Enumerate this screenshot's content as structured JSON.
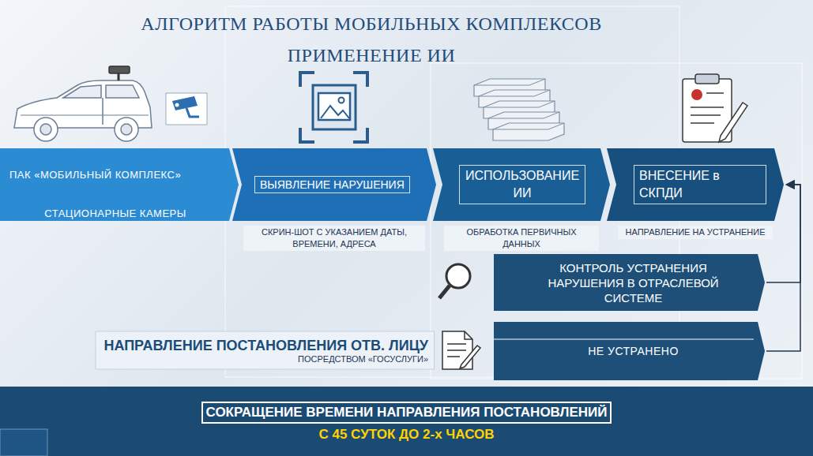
{
  "diagram": {
    "title": "АЛГОРИТМ РАБОТЫ МОБИЛЬНЫХ КОМПЛЕКСОВ ПРИМЕНЕНИЕ ИИ",
    "nodes": [
      {
        "text": [
          "ПАК «МОБИЛЬНЫЙ КОМПЛЕКС»",
          "СТАЦИОНАРНЫЕ КАМЕРЫ"
        ]
      },
      {
        "text": [
          "ВЫЯВЛЕНИЕ НАРУШЕНИЯ",
          "СКРИН-ШОТ С УКАЗАНИЕМ ДАТЫ, ВРЕМЕНИ, АДРЕСА"
        ]
      },
      {
        "text": [
          "ИСПОЛЬЗОВАНИЕ ИИ",
          "ОБРАБОТКА ПЕРВИЧНЫХ ДАННЫХ"
        ]
      },
      {
        "text": [
          "ВНЕСЕНИЕ в СКПДИ",
          "НАПРАВЛЕНИЕ НА УСТРАНЕНИЕ"
        ]
      },
      {
        "text": [
          "КОНТРОЛЬ УСТРАНЕНИЯ НАРУШЕНИЯ В ОТРАСЛЕВОЙ СИСТЕМЕ"
        ]
      },
      {
        "text": [
          "НЕ УСТРАНЕНО"
        ]
      },
      {
        "text": [
          "НАПРАВЛЕНИЕ ПОСТАНОВЛЕНИЯ ОТВ. ЛИЦУ",
          "ПОСРЕДСТВОМ «ГОСУСЛУГИ»"
        ]
      },
      {
        "text": [
          "СОКРАЩЕНИЕ ВРЕМЕНИ НАПРАВЛЕНИЯ ПОСТАНОВЛЕНИЙ",
          "С 45 СУТОК ДО 2-х ЧАСОВ"
        ]
      }
    ],
    "edges": [
      {
        "from": 4,
        "to": 3,
        "arrow": "to"
      },
      {
        "from": 5,
        "to": 3,
        "arrow": "to"
      }
    ]
  }
}
